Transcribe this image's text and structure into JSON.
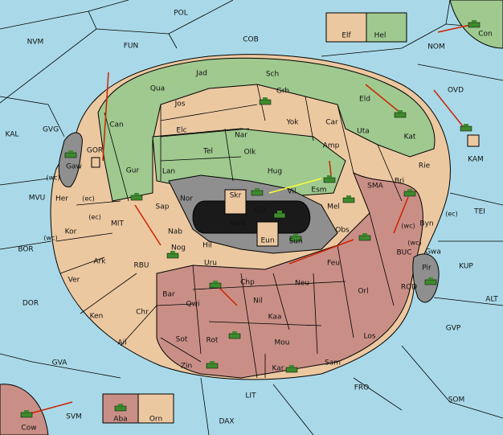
{
  "colors": {
    "sea": "#a9d9e8",
    "green": "#9fc98f",
    "tan": "#ecc8a0",
    "rose": "#c98f86",
    "gray": "#8f8f8f",
    "black": "#1a1a1a",
    "border": "#000000",
    "move_arrow": "#cc2200",
    "support_arrow": "#ffff33",
    "unit": "#3d8a2e"
  },
  "provinces": {
    "pol": "POL",
    "nvm": "NVM",
    "fun": "FUN",
    "cob": "COB",
    "nom": "NOM",
    "con": "Con",
    "elf": "Elf",
    "hel": "Hel",
    "ovd": "OVD",
    "kam": "KAM",
    "kal": "KAL",
    "gvg": "GVG",
    "mvu": "MVU",
    "bor": "BOR",
    "dor": "DOR",
    "gva": "GVA",
    "svm": "SVM",
    "cow": "Cow",
    "aba": "Aba",
    "orn": "Orn",
    "lit": "LIT",
    "dax": "DAX",
    "fro": "FRO",
    "som": "SOM",
    "gvp": "GVP",
    "alt": "ALT",
    "kup": "KUP",
    "tei": "TEI",
    "sma": "SMA",
    "mit": "MIT",
    "rbu": "RBU",
    "buc": "BUC",
    "rod": "ROD",
    "gor": "GOR",
    "jad": "Jad",
    "sch": "Sch",
    "qua": "Qua",
    "jos": "Jos",
    "grh": "Grh",
    "can": "Can",
    "eld": "Eld",
    "yok": "Yok",
    "car": "Car",
    "elc": "Elc",
    "nar": "Nar",
    "uta": "Uta",
    "kat": "Kat",
    "tel": "Tel",
    "olk": "Olk",
    "amp": "Amp",
    "gaw": "Gaw",
    "gur": "Gur",
    "lan": "Lan",
    "hug": "Hug",
    "rie": "Rie",
    "esm": "Esm",
    "vil": "Vil",
    "bri": "Bri",
    "nor": "Nor",
    "skr": "Skr",
    "ost": "Ost",
    "mel": "Mel",
    "sap": "Sap",
    "web": "Web",
    "her": "Her",
    "byn": "Byn",
    "kor": "Kor",
    "nab": "Nab",
    "eun": "Eun",
    "sun": "Sun",
    "obs": "Obs",
    "hil": "Hil",
    "nog": "Nog",
    "gwa": "Gwa",
    "ark": "Ark",
    "uru": "Uru",
    "feu": "Feu",
    "pir": "Pir",
    "ver": "Ver",
    "chp": "Chp",
    "neu": "Neu",
    "bar": "Bar",
    "qwi": "Qwi",
    "nil": "Nil",
    "orl": "Orl",
    "ken": "Ken",
    "chr": "Chr",
    "kaa": "Kaa",
    "sot": "Sot",
    "rot": "Rot",
    "ail": "Ail",
    "mou": "Mou",
    "los": "Los",
    "sam": "Sam",
    "zin": "Zin",
    "kar": "Kar"
  },
  "coast_tag": "(wc)",
  "coast_tag_ec": "(ec)"
}
